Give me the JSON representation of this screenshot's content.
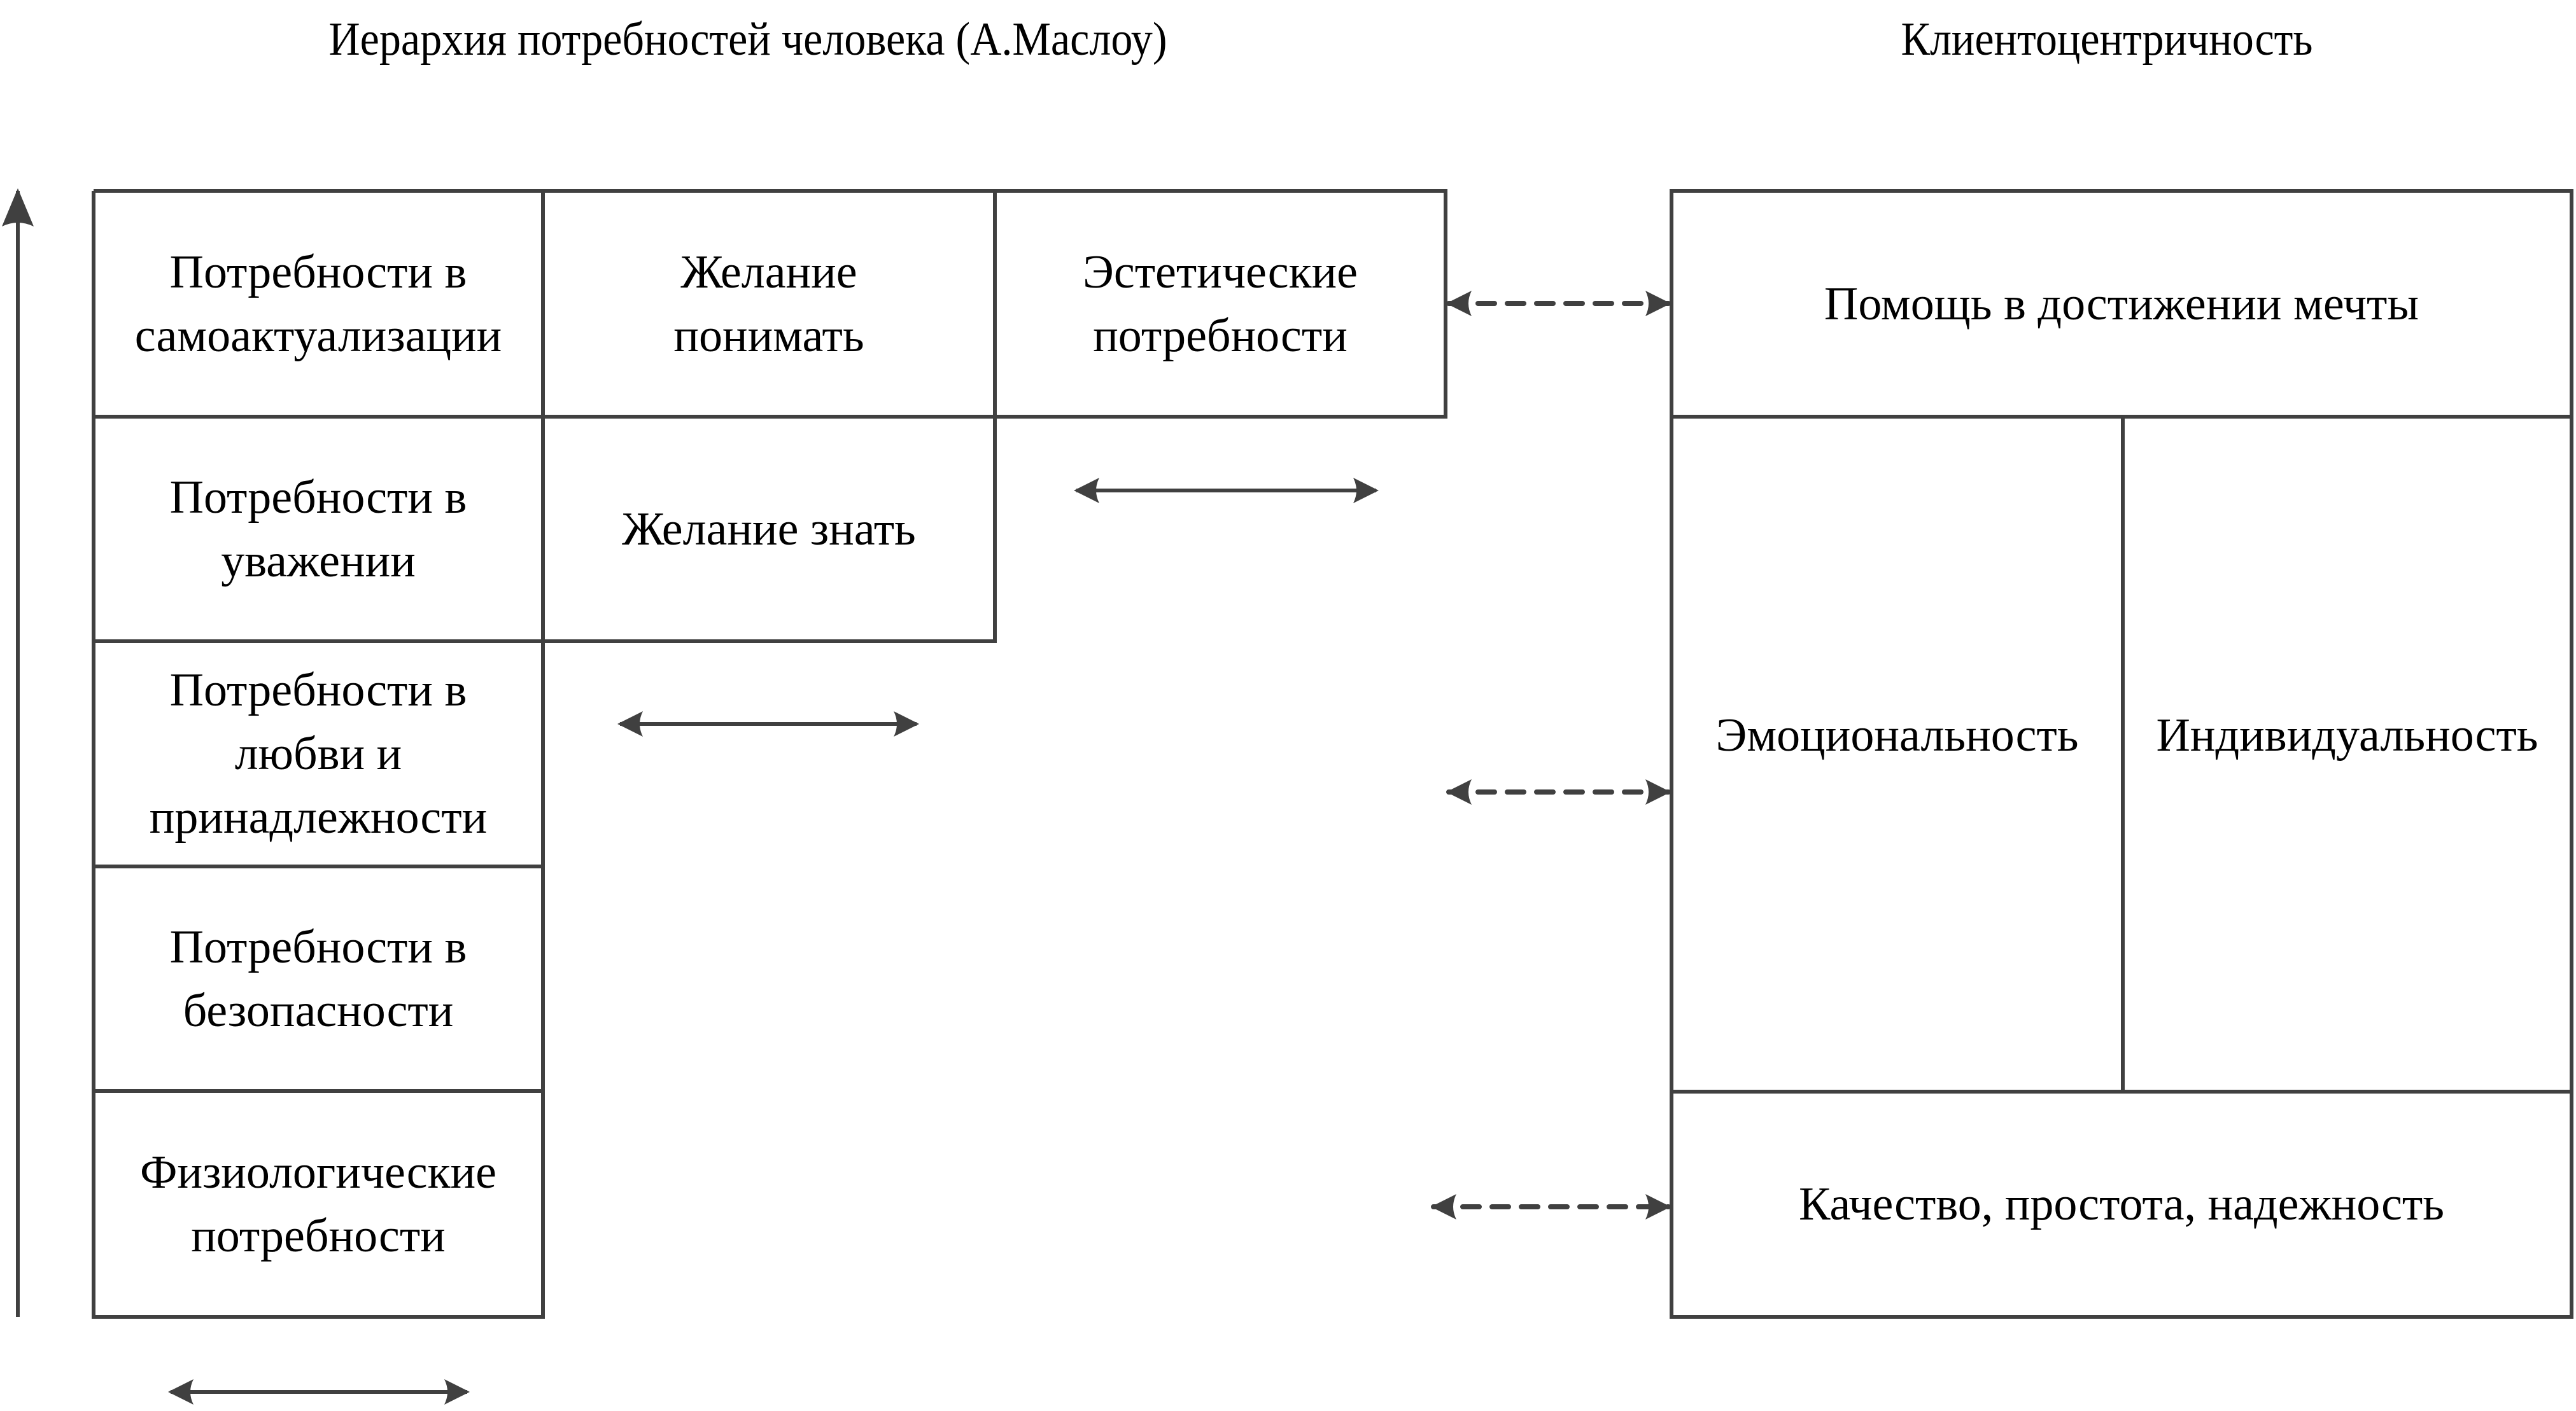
{
  "maslow": {
    "title": "Иерархия потребностей человека (А.Маслоу)",
    "levels": [
      {
        "label": "Потребности в самоактуализации",
        "lines": [
          "Потребности в",
          "самоактуализации"
        ]
      },
      {
        "label": "Потребности в уважении",
        "lines": [
          "Потребности в",
          "уважении"
        ]
      },
      {
        "label": "Потребности в любви и принадлежности",
        "lines": [
          "Потребности в",
          "любви и",
          "принадлежности"
        ]
      },
      {
        "label": "Потребности в безопасности",
        "lines": [
          "Потребности в",
          "безопасности"
        ]
      },
      {
        "label": "Физиологические потребности",
        "lines": [
          "Физиологические",
          "потребности"
        ]
      }
    ],
    "cognitive": [
      {
        "label": "Желание понимать",
        "lines": [
          "Желание",
          "понимать"
        ]
      },
      {
        "label": "Желание знать",
        "lines": [
          "Желание знать"
        ]
      }
    ],
    "aesthetic": {
      "label": "Эстетические потребности",
      "lines": [
        "Эстетические",
        "потребности"
      ]
    }
  },
  "client": {
    "title": "Клиентоцентричность",
    "top": "Помощь в достижении мечты",
    "middle_left": "Эмоциональность",
    "middle_right": "Индивидуальность",
    "bottom": "Качество, простота, надежность"
  },
  "colors": {
    "line": "#404040",
    "text": "#000000",
    "background": "#ffffff"
  }
}
